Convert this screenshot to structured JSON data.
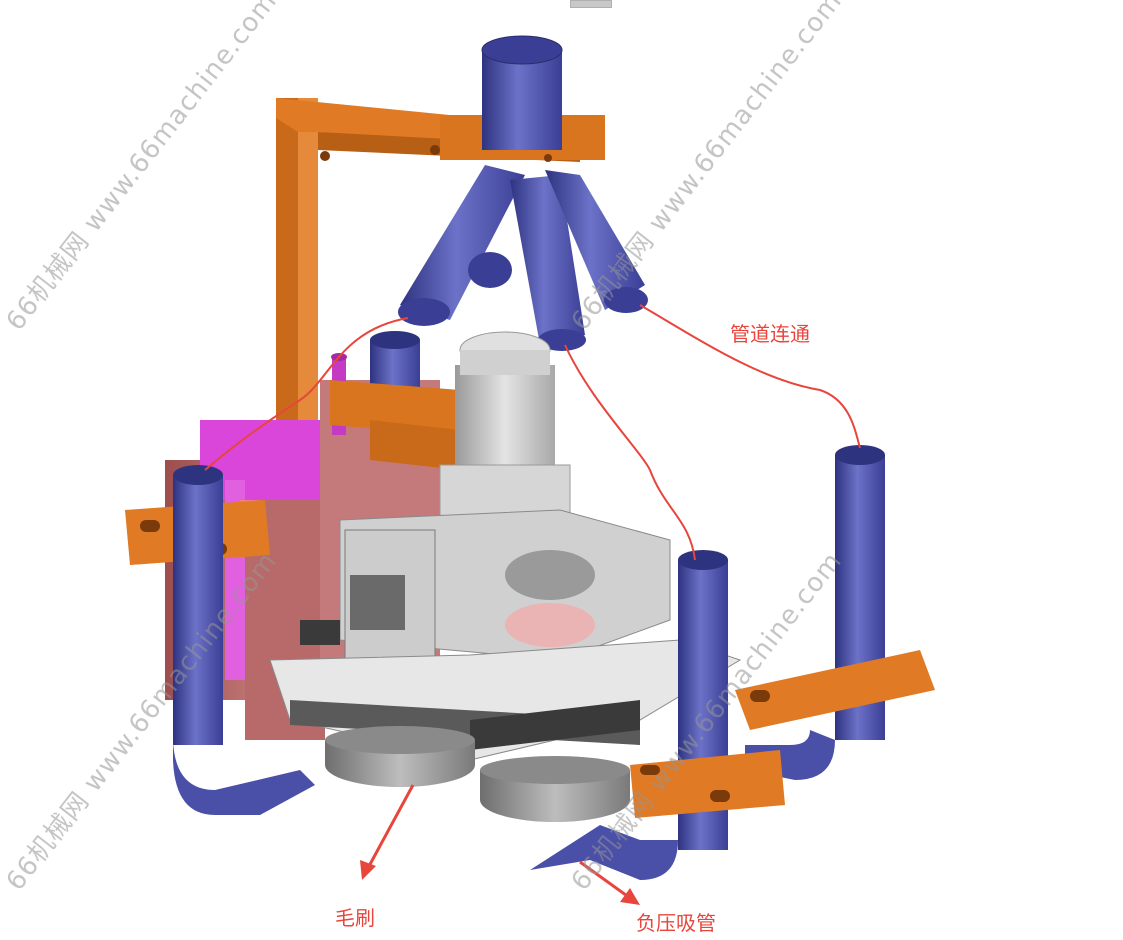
{
  "labels": {
    "pipe_connection": "管道连通",
    "brush": "毛刷",
    "suction_tube": "负压吸管"
  },
  "watermarks": [
    "66机械网 www.66machine.com",
    "66机械网 www.66machine.com",
    "66机械网 www.66machine.com",
    "66机械网 www.66machine.com"
  ],
  "colors": {
    "annotation": "#e8453c",
    "bracket": "#d9741f",
    "pipe": "#4a4fa8",
    "housing": "#b56464",
    "cylinder": "#d946d9",
    "metal": "#c8c8c8",
    "dark_metal": "#5a5a5a"
  }
}
